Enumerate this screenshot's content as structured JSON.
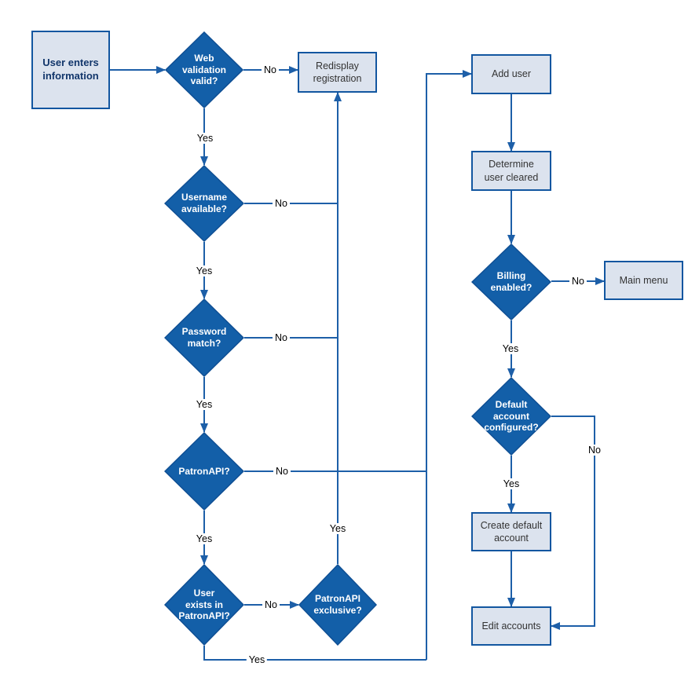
{
  "diagram": {
    "type": "flowchart",
    "colors": {
      "background": "#FFFFFF",
      "decision_fill": "#135FA8",
      "decision_border": "#0F4F94",
      "decision_text": "#FFFFFF",
      "process_fill": "#DCE3EE",
      "process_border": "#1256A0",
      "process_text": "#333333",
      "start_text": "#12366B",
      "connector": "#1D5FA8",
      "edge_label_text": "#000000"
    },
    "nodes": {
      "user_enters": {
        "label": "User enters\ninformation",
        "type": "start"
      },
      "web_validation": {
        "label": "Web\nvalidation\nvalid?",
        "type": "decision"
      },
      "redisplay": {
        "label": "Redisplay\nregistration",
        "type": "process"
      },
      "username_available": {
        "label": "Username\navailable?",
        "type": "decision"
      },
      "password_match": {
        "label": "Password\nmatch?",
        "type": "decision"
      },
      "patronapi": {
        "label": "PatronAPI?",
        "type": "decision"
      },
      "user_exists": {
        "label": "User\nexists in\nPatronAPI?",
        "type": "decision"
      },
      "patronapi_exclusive": {
        "label": "PatronAPI\nexclusive?",
        "type": "decision"
      },
      "add_user": {
        "label": "Add user",
        "type": "process"
      },
      "determine_cleared": {
        "label": "Determine\nuser cleared",
        "type": "process"
      },
      "billing_enabled": {
        "label": "Billing\nenabled?",
        "type": "decision"
      },
      "main_menu": {
        "label": "Main menu",
        "type": "process"
      },
      "default_account": {
        "label": "Default\naccount\nconfigured?",
        "type": "decision"
      },
      "create_default": {
        "label": "Create default\naccount",
        "type": "process"
      },
      "edit_accounts": {
        "label": "Edit accounts",
        "type": "process"
      }
    },
    "edge_labels": {
      "web_validation_no": "No",
      "web_validation_yes": "Yes",
      "username_no": "No",
      "username_yes": "Yes",
      "password_no": "No",
      "password_yes": "Yes",
      "patronapi_no": "No",
      "patronapi_yes": "Yes",
      "user_exists_no": "No",
      "user_exists_yes": "Yes",
      "exclusive_yes": "Yes",
      "billing_no": "No",
      "billing_yes": "Yes",
      "default_yes": "Yes",
      "default_no": "No"
    }
  }
}
